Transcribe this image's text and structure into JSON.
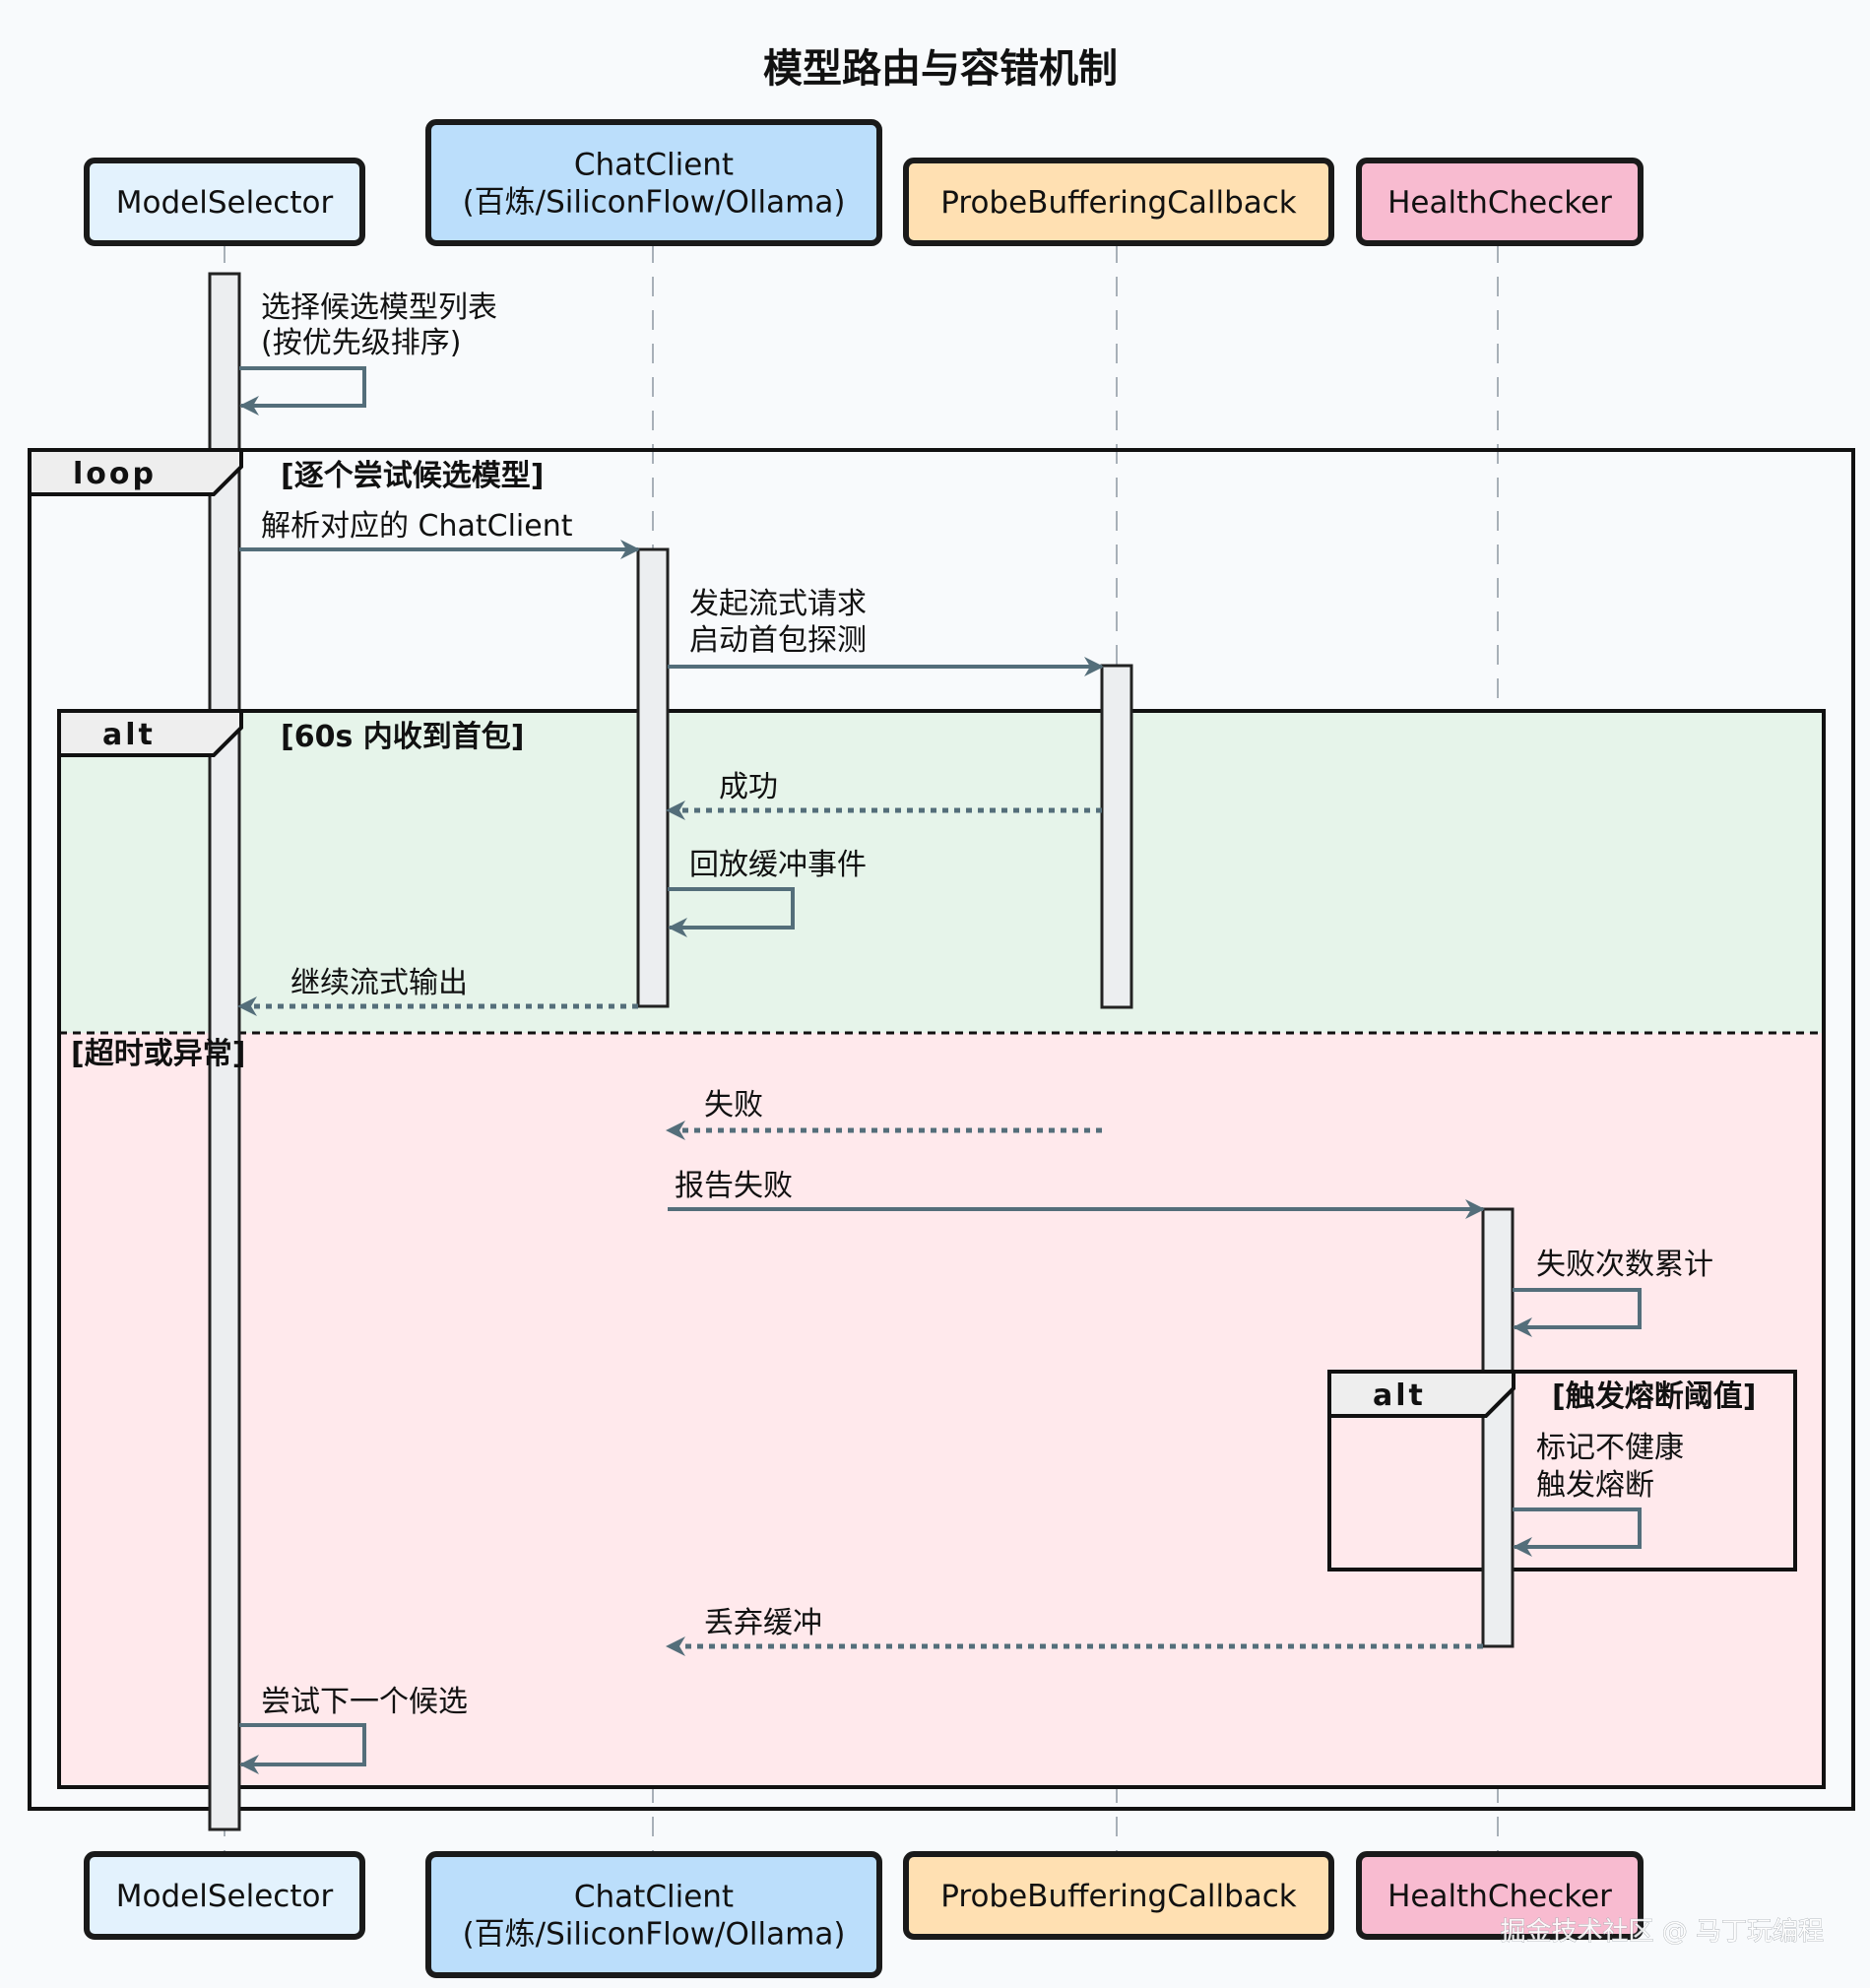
{
  "title": "模型路由与容错机制",
  "colors": {
    "background": "#f8fafc",
    "arrow": "#546e7a",
    "lifeline": "#a8b0b8",
    "activation_fill": "#eceef0",
    "border": "#111111",
    "alt_success_fill": "#e6f4ea",
    "alt_failure_fill": "#ffe9ec",
    "tab_fill": "#eeeeee"
  },
  "participants": [
    {
      "id": "model_selector",
      "lines": [
        "ModelSelector"
      ],
      "fill": "#e3f2fd"
    },
    {
      "id": "chat_client",
      "lines": [
        "ChatClient",
        "(百炼/SiliconFlow/Ollama)"
      ],
      "fill": "#bbdefb"
    },
    {
      "id": "probe",
      "lines": [
        "ProbeBufferingCallback"
      ],
      "fill": "#ffe0b2"
    },
    {
      "id": "health_checker",
      "lines": [
        "HealthChecker"
      ],
      "fill": "#f8bbd0"
    }
  ],
  "fragments": [
    {
      "id": "loop",
      "keyword": "loop",
      "guard": "[逐个尝试候选模型]"
    },
    {
      "id": "alt_first_packet",
      "keyword": "alt",
      "guard": "[60s 内收到首包]",
      "else_guard": "[超时或异常]"
    },
    {
      "id": "alt_breaker",
      "keyword": "alt",
      "guard": "[触发熔断阈值]"
    }
  ],
  "messages": [
    {
      "from": "model_selector",
      "to": "model_selector",
      "style": "solid",
      "lines": [
        "选择候选模型列表",
        "(按优先级排序)"
      ]
    },
    {
      "from": "model_selector",
      "to": "chat_client",
      "style": "solid",
      "lines": [
        "解析对应的 ChatClient"
      ]
    },
    {
      "from": "chat_client",
      "to": "probe",
      "style": "solid",
      "lines": [
        "发起流式请求",
        "启动首包探测"
      ]
    },
    {
      "from": "probe",
      "to": "chat_client",
      "style": "dotted",
      "lines": [
        "成功"
      ]
    },
    {
      "from": "chat_client",
      "to": "chat_client",
      "style": "solid",
      "lines": [
        "回放缓冲事件"
      ]
    },
    {
      "from": "chat_client",
      "to": "model_selector",
      "style": "dotted",
      "lines": [
        "继续流式输出"
      ]
    },
    {
      "from": "probe",
      "to": "chat_client",
      "style": "dotted",
      "lines": [
        "失败"
      ]
    },
    {
      "from": "chat_client",
      "to": "health_checker",
      "style": "solid",
      "lines": [
        "报告失败"
      ]
    },
    {
      "from": "health_checker",
      "to": "health_checker",
      "style": "solid",
      "lines": [
        "失败次数累计"
      ]
    },
    {
      "from": "health_checker",
      "to": "health_checker",
      "style": "solid",
      "lines": [
        "标记不健康",
        "触发熔断"
      ]
    },
    {
      "from": "health_checker",
      "to": "chat_client",
      "style": "dotted",
      "lines": [
        "丢弃缓冲"
      ]
    },
    {
      "from": "model_selector",
      "to": "model_selector",
      "style": "solid",
      "lines": [
        "尝试下一个候选"
      ]
    }
  ],
  "watermark": "掘金技术社区 @ 马丁玩编程"
}
